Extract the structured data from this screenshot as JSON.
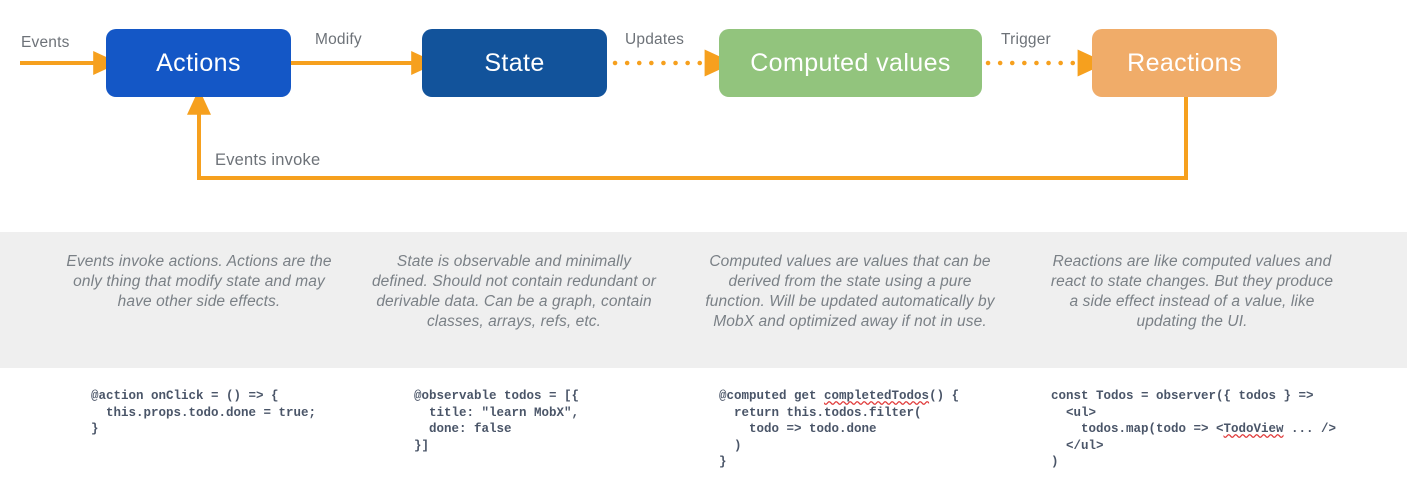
{
  "diagram": {
    "title": "MobX core concepts dataflow",
    "colors": {
      "actions": "#1457c6",
      "state": "#12539b",
      "computed": "#92c47d",
      "reactions": "#f0ac69",
      "arrow": "#f6a01e",
      "band": "#efefef",
      "label_text": "#6d7278",
      "desc_text": "#7a8086",
      "code_text": "#4a5568",
      "spell_underline": "#e03b3b"
    },
    "nodes": [
      {
        "id": "actions",
        "label": "Actions"
      },
      {
        "id": "state",
        "label": "State"
      },
      {
        "id": "computed",
        "label": "Computed values"
      },
      {
        "id": "reactions",
        "label": "Reactions"
      }
    ],
    "edges": [
      {
        "id": "events",
        "label": "Events",
        "style": "solid"
      },
      {
        "id": "modify",
        "label": "Modify",
        "style": "solid"
      },
      {
        "id": "updates",
        "label": "Updates",
        "style": "dotted"
      },
      {
        "id": "trigger",
        "label": "Trigger",
        "style": "dotted"
      },
      {
        "id": "events-invoke",
        "label": "Events invoke",
        "style": "solid"
      }
    ]
  },
  "descriptions": [
    {
      "id": "actions-desc",
      "text": "Events invoke actions. Actions are the only thing that modify state and may have other side effects."
    },
    {
      "id": "state-desc",
      "text": "State is observable and minimally defined. Should not contain redundant or derivable data. Can be a graph, contain classes, arrays, refs, etc."
    },
    {
      "id": "computed-desc",
      "text": "Computed values are values that can be derived from the state using a pure function. Will be updated automatically by MobX and optimized away if not in use."
    },
    {
      "id": "reactions-desc",
      "text": "Reactions are like computed values and react to state changes. But they produce a side effect instead of a value, like updating the UI."
    }
  ],
  "code_samples": [
    {
      "id": "actions-code",
      "lines": [
        "@action onClick = () => {",
        "  this.props.todo.done = true;",
        "}"
      ]
    },
    {
      "id": "state-code",
      "lines": [
        "@observable todos = [{",
        "  title: \"learn MobX\",",
        "  done: false",
        "}]"
      ]
    },
    {
      "id": "computed-code",
      "lines": [
        "@computed get completedTodos() {",
        "  return this.todos.filter(",
        "    todo => todo.done",
        "  )",
        "}"
      ],
      "misspelled": "completedTodos"
    },
    {
      "id": "reactions-code",
      "lines": [
        "const Todos = observer({ todos } =>",
        "  <ul>",
        "    todos.map(todo => <TodoView ... />",
        "  </ul>",
        ")"
      ],
      "misspelled": "TodoView"
    }
  ]
}
